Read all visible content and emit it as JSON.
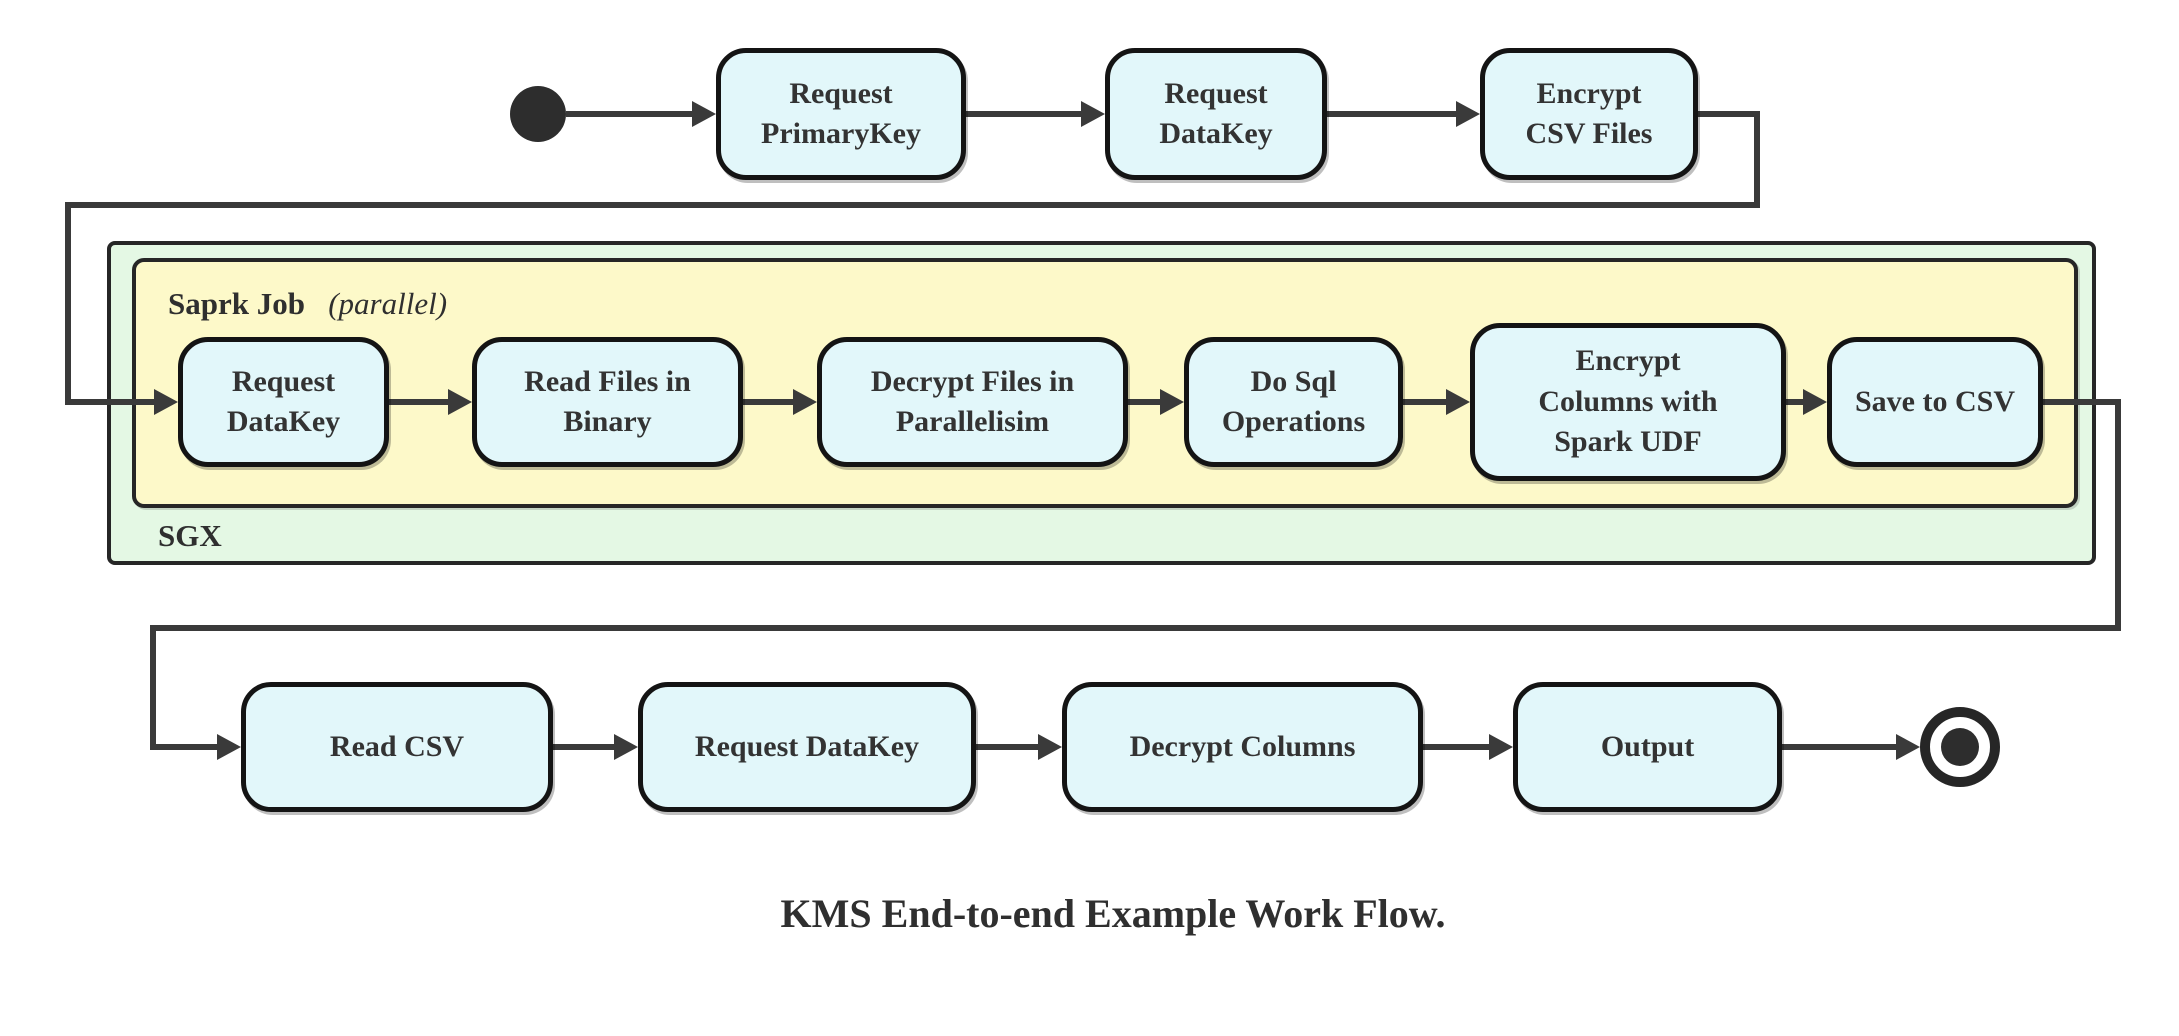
{
  "diagram": {
    "caption": "KMS End-to-end Example Work Flow.",
    "colors": {
      "node_fill": "#e2f7fa",
      "node_border": "#141414",
      "sgx_container_fill": "#e4f8e4",
      "spark_container_fill": "#fdf9c9",
      "container_border": "#262626",
      "edge": "#3a3a3a",
      "text": "#333333"
    },
    "containers": {
      "sgx": {
        "label": "SGX"
      },
      "spark_job": {
        "title": "Saprk Job",
        "subtitle": "(parallel)"
      }
    },
    "top_row": [
      {
        "lines": [
          "Request",
          "PrimaryKey"
        ]
      },
      {
        "lines": [
          "Request",
          "DataKey"
        ]
      },
      {
        "lines": [
          "Encrypt",
          "CSV Files"
        ]
      }
    ],
    "spark_row": [
      {
        "lines": [
          "Request",
          "DataKey"
        ]
      },
      {
        "lines": [
          "Read Files in",
          "Binary"
        ]
      },
      {
        "lines": [
          "Decrypt Files in",
          "Parallelisim"
        ]
      },
      {
        "lines": [
          "Do Sql",
          "Operations"
        ]
      },
      {
        "lines": [
          "Encrypt",
          "Columns with",
          "Spark UDF"
        ]
      },
      {
        "lines": [
          "Save to CSV"
        ]
      }
    ],
    "bottom_row": [
      {
        "lines": [
          "Read CSV"
        ]
      },
      {
        "lines": [
          "Request DataKey"
        ]
      },
      {
        "lines": [
          "Decrypt Columns"
        ]
      },
      {
        "lines": [
          "Output"
        ]
      }
    ]
  }
}
